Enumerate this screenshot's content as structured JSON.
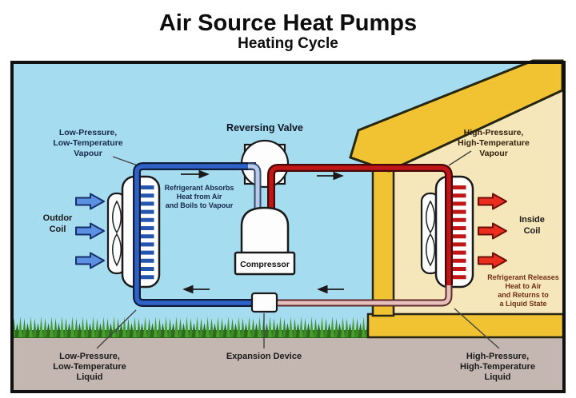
{
  "title": {
    "main": "Air Source Heat Pumps",
    "subtitle": "Heating Cycle"
  },
  "labels": {
    "low_pressure_vapour": [
      "Low-Pressure,",
      "Low-Temperature",
      "Vapour"
    ],
    "reversing_valve": "Reversing Valve",
    "high_pressure_vapour": [
      "High-Pressure,",
      "High-Temperature",
      "Vapour"
    ],
    "outdoor_coil": [
      "Outdor",
      "Coil"
    ],
    "inside_coil": [
      "Inside",
      "Coil"
    ],
    "absorbs_note": [
      "Refrigerant Absorbs",
      "Heat from Air",
      "and Boils to Vapour"
    ],
    "compressor": "Compressor",
    "releases_note": [
      "Refrigerant Releases",
      "Heat to Air",
      "and Returns to",
      "a Liquid State"
    ],
    "low_pressure_liquid": [
      "Low-Pressure,",
      "Low-Temperature",
      "Liquid"
    ],
    "expansion_device": "Expansion Device",
    "high_pressure_liquid": [
      "High-Pressure,",
      "High-Temperature",
      "Liquid"
    ]
  },
  "colors": {
    "sky": "#a6dcef",
    "ground": "#c4b6b0",
    "grass": "#2d6a1d",
    "house_yellow": "#f1c232",
    "house_interior": "#f5e7b9",
    "cold_pipe": "#2e62c8",
    "cold_pipe_light": "#b9cbe9",
    "hot_pipe": "#c01616",
    "hot_pipe_light": "#e7bfbc",
    "cold_arrow": "#5c90e2",
    "hot_arrow": "#ea2d1c"
  }
}
